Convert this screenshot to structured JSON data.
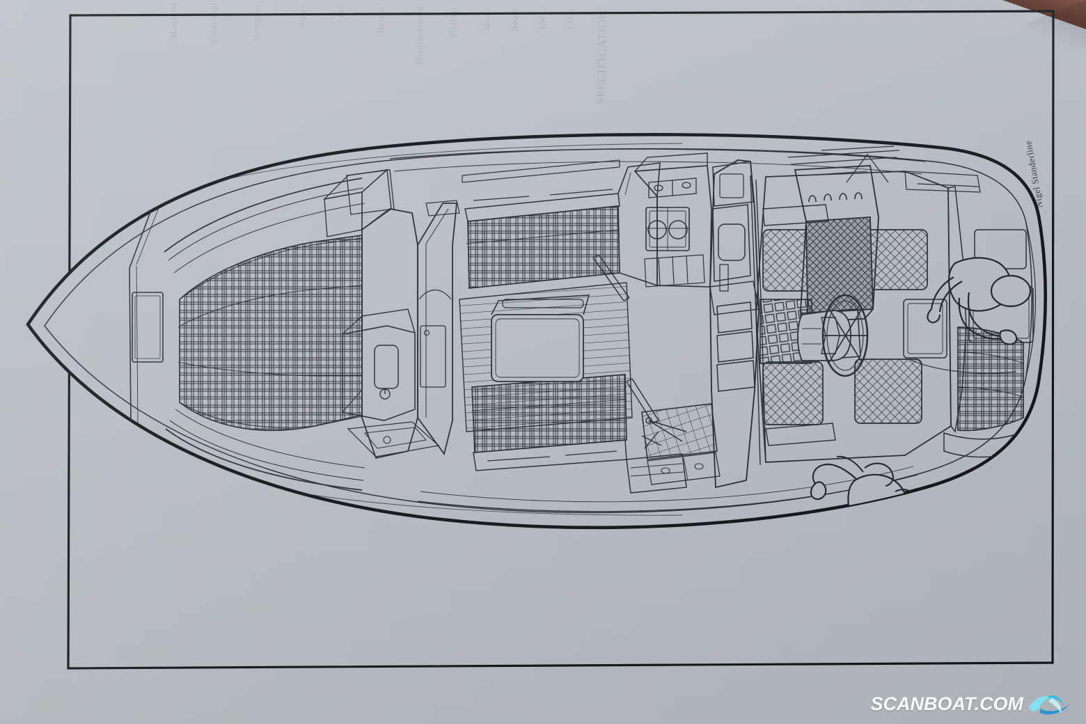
{
  "document": {
    "kind": "scanned-brochure-page",
    "drawing_title": "Yacht interior accommodation cutaway — plan view",
    "paper_color": "#b9c0c6",
    "ink_color": "#23282e",
    "border_color": "#101418"
  },
  "artist": {
    "signature": "Nigel Standerline"
  },
  "watermark": {
    "text": "SCANBOAT.COM",
    "color": "#ffffff",
    "wave_color_light": "#6fe0f5",
    "wave_color_dark": "#1b8fd0"
  },
  "bleed_through": {
    "note": "faint mirrored text showing through from reverse of page",
    "columns": [
      "Moulded",
      "Headroom",
      "Designer",
      "Water",
      "Fuel",
      "Berths",
      "Displacement",
      "Ballast",
      "Draft",
      "Beam",
      "LWL",
      "LOA",
      "SPECIFICATION"
    ]
  },
  "drawing": {
    "frame": {
      "corners": "slightly skewed rectangle border around the illustration"
    },
    "hull": {
      "name": "hull-outline",
      "description": "deck-level plan outline of a sailing yacht, bow to the left, transom to the right"
    },
    "compartments": [
      {
        "id": "forepeak",
        "label": "Forepeak / anchor locker"
      },
      {
        "id": "v-berth",
        "label": "Forward V-berth cabin"
      },
      {
        "id": "heads",
        "label": "Heads compartment with washbasin"
      },
      {
        "id": "hanging-locker",
        "label": "Hanging locker"
      },
      {
        "id": "saloon",
        "label": "Main saloon with settees and folding table"
      },
      {
        "id": "galley",
        "label": "Galley with two-burner cooker, sink and ice box"
      },
      {
        "id": "chart-table",
        "label": "Navigation station with chart table"
      },
      {
        "id": "companionway",
        "label": "Companionway steps"
      },
      {
        "id": "cockpit",
        "label": "Centre cockpit with wheel steering"
      },
      {
        "id": "aft-cabin",
        "label": "Aft cabin with double berth"
      }
    ],
    "fittings": [
      {
        "id": "steering-wheel",
        "label": "Steering wheel and pedestal binnacle"
      },
      {
        "id": "cockpit-grating",
        "label": "Cockpit sole grating"
      },
      {
        "id": "cooker",
        "label": "Two-burner gimballed cooker"
      },
      {
        "id": "sink",
        "label": "Galley sink"
      },
      {
        "id": "washbasin",
        "label": "Heads washbasin"
      },
      {
        "id": "chart",
        "label": "Chart with dividers on chart table"
      },
      {
        "id": "saloon-table",
        "label": "Folding saloon table"
      },
      {
        "id": "deck-hatch",
        "label": "Foredeck hatch"
      },
      {
        "id": "handrail",
        "label": "Coachroof handrail"
      }
    ],
    "figures": [
      {
        "id": "helmsman",
        "label": "Figure seated at the helm"
      },
      {
        "id": "lounging-crew",
        "label": "Figure reclining on cockpit seat"
      }
    ],
    "textiles": {
      "cushion_pattern": "tartan plaid",
      "seat_pattern": "fine diamond weave",
      "sole": "timber strip planking"
    }
  }
}
